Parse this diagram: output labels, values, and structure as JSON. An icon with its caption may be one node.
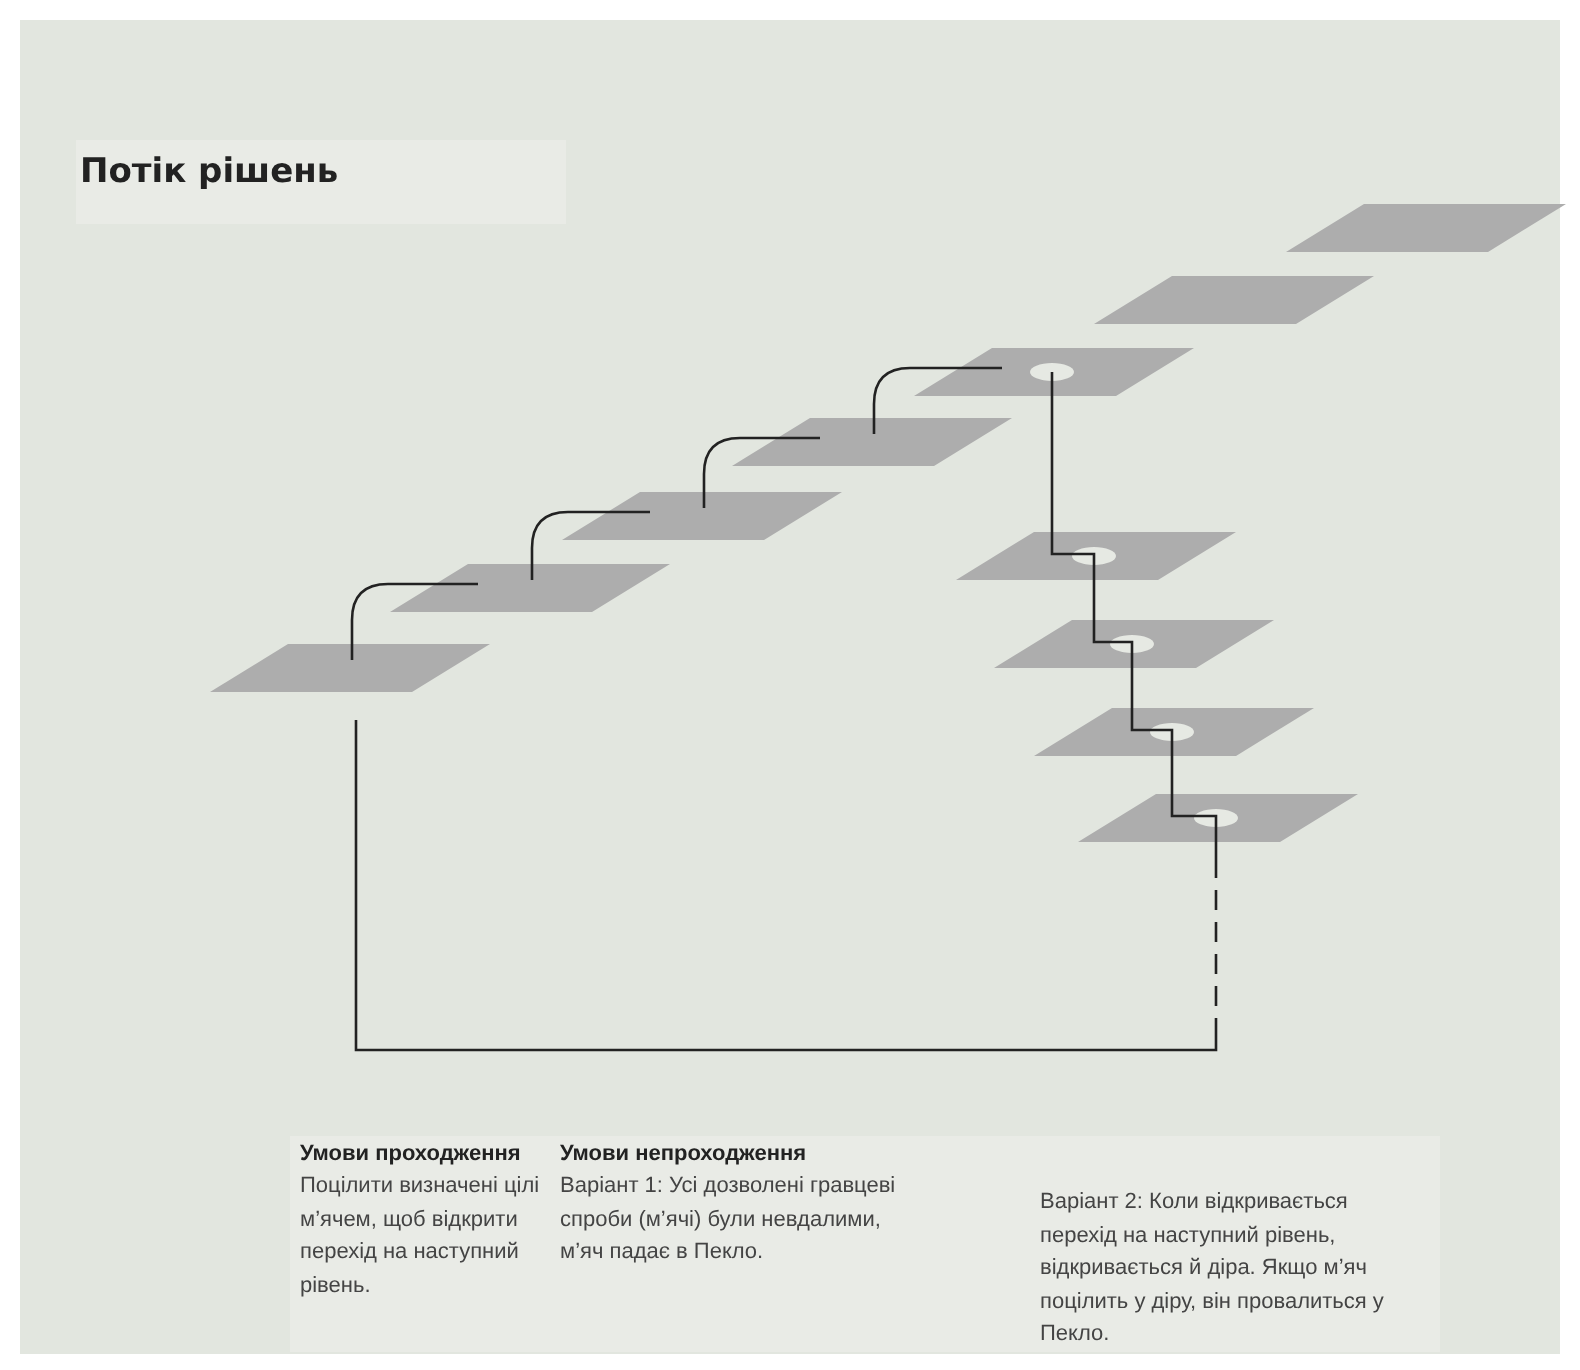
{
  "diagram": {
    "title": "Потік рішень",
    "nodes": [
      {
        "text": [],
        "shape": "parallelogram"
      },
      {
        "text": [],
        "shape": "parallelogram"
      },
      {
        "text": [],
        "shape": "parallelogram"
      },
      {
        "text": [],
        "shape": "parallelogram"
      },
      {
        "text": [],
        "shape": "parallelogram"
      },
      {
        "text": [],
        "shape": "parallelogram"
      },
      {
        "text": [],
        "shape": "parallelogram"
      },
      {
        "text": [],
        "shape": "parallelogram"
      },
      {
        "text": [],
        "shape": "parallelogram"
      },
      {
        "text": [],
        "shape": "parallelogram"
      },
      {
        "text": [],
        "shape": "parallelogram"
      }
    ],
    "edges": [
      {
        "from": 0,
        "to": 1,
        "arrow": "none"
      },
      {
        "from": 1,
        "to": 2,
        "arrow": "none"
      },
      {
        "from": 2,
        "to": 3,
        "arrow": "none"
      },
      {
        "from": 3,
        "to": 4,
        "arrow": "none"
      },
      {
        "from": 4,
        "to": 7,
        "arrow": "none"
      },
      {
        "from": 7,
        "to": 8,
        "arrow": "none"
      },
      {
        "from": 8,
        "to": 9,
        "arrow": "none"
      },
      {
        "from": 9,
        "to": 10,
        "arrow": "none"
      },
      {
        "from": 10,
        "to": 0,
        "arrow": "none",
        "style": "dashed"
      }
    ],
    "labels": [
      "Умови проходження",
      "Поцілити визначені цілі м’ячем, щоб відкрити перехід на наступний рівень.",
      "Умови непроходження",
      "Варіант 1: Усі дозволені гравцеві спроби (м’ячі) були невдалими, м’яч падає в Пекло.",
      "Варіант 2: Коли відкривається перехід на наступний рівень, відкривається й діра. Якщо м’яч поцілить у діру, він провалиться у Пекло."
    ]
  }
}
